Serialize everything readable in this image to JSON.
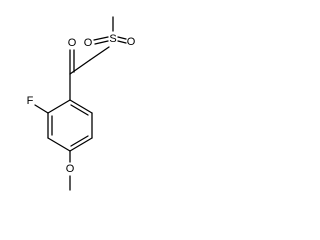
{
  "molecule": {
    "atoms": {
      "sulfur": "S",
      "sulfonyl_oxygen_left": "O",
      "sulfonyl_oxygen_right": "O",
      "carbonyl_oxygen": "O",
      "fluorine": "F",
      "methoxy_oxygen": "O"
    }
  }
}
